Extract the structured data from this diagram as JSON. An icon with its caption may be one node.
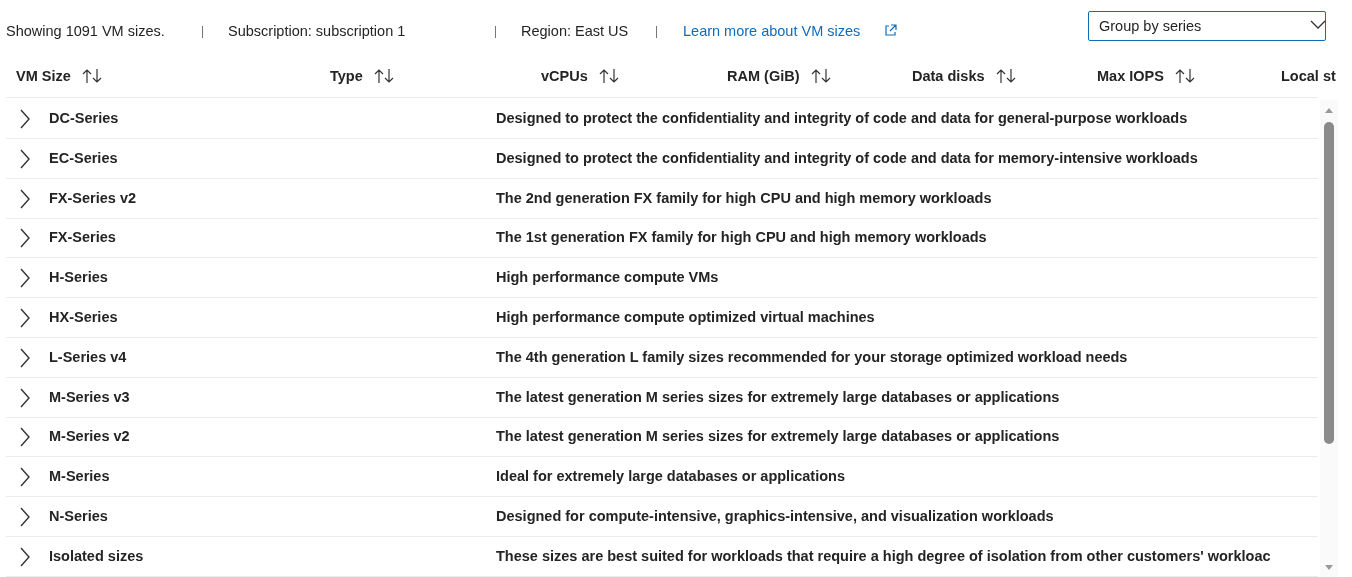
{
  "diagram": {
    "labels": [
      "Showing 1091 VM sizes.",
      "Subscription: subscription 1",
      "Region: East US",
      "Learn more about VM sizes",
      "Group by series",
      "VM Size",
      "Type",
      "vCPUs",
      "RAM (GiB)",
      "Data disks",
      "Max IOPS",
      "Local st",
      "DC-Series",
      "Designed to protect the confidentiality and integrity of code and data for general-purpose workloads",
      "EC-Series",
      "Designed to protect the confidentiality and integrity of code and data for memory-intensive workloads",
      "FX-Series v2",
      "The 2nd generation FX family for high CPU and high memory workloads",
      "FX-Series",
      "The 1st generation FX family for high CPU and high memory workloads",
      "H-Series",
      "High performance compute VMs",
      "HX-Series",
      "High performance compute optimized virtual machines",
      "L-Series v4",
      "The 4th generation L family sizes recommended for your storage optimized workload needs",
      "M-Series v3",
      "The latest generation M series sizes for extremely large databases or applications",
      "M-Series v2",
      "The latest generation M series sizes for extremely large databases or applications",
      "M-Series",
      "Ideal for extremely large databases or applications",
      "N-Series",
      "Designed for compute-intensive, graphics-intensive, and visualization workloads",
      "Isolated sizes",
      "These sizes are best suited for workloads that require a high degree of isolation from other customers' workloac"
    ]
  }
}
